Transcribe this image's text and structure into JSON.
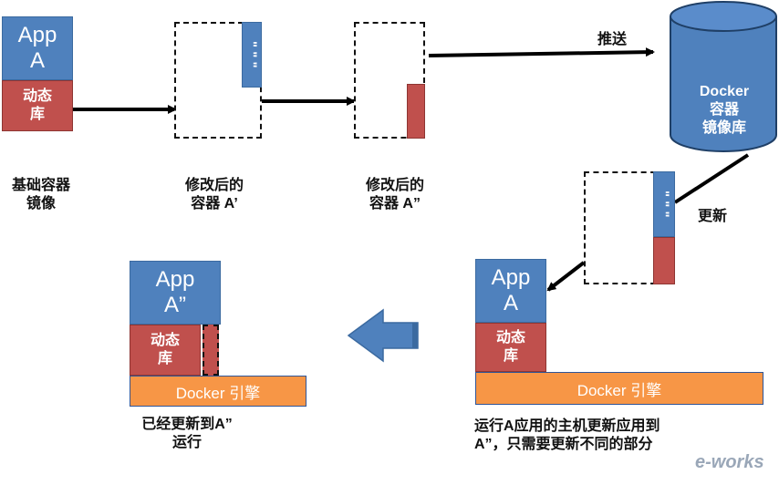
{
  "base_image": {
    "app_label": "App\nA",
    "lib_label": "动态\n库",
    "caption": "基础容器\n镜像"
  },
  "modified_a_prime": {
    "caption": "修改后的\n容器 A’",
    "strip_text": "\" \" \""
  },
  "modified_a_double": {
    "caption": "修改后的\n容器 A”"
  },
  "registry": {
    "label": "Docker\n容器\n镜像库"
  },
  "arrows": {
    "push_label": "推送",
    "update_label": "更新"
  },
  "host_running": {
    "app_label": "App\nA",
    "lib_label": "动态\n库",
    "engine_label": "Docker 引擎",
    "caption": "运行A应用的主机更新应用到\nA”，只需要更新不同的部分"
  },
  "host_updated": {
    "app_label": "App\nA”",
    "lib_label": "动态\n库",
    "engine_label": "Docker 引擎",
    "caption": "已经更新到A”\n运行"
  },
  "watermark": "e-works",
  "colors": {
    "app_blue": "#4f81bd",
    "lib_red": "#c0504d",
    "engine_orange": "#f79646",
    "registry_blue": "#4f81bd",
    "arrow_blue": "#4f81bd"
  }
}
